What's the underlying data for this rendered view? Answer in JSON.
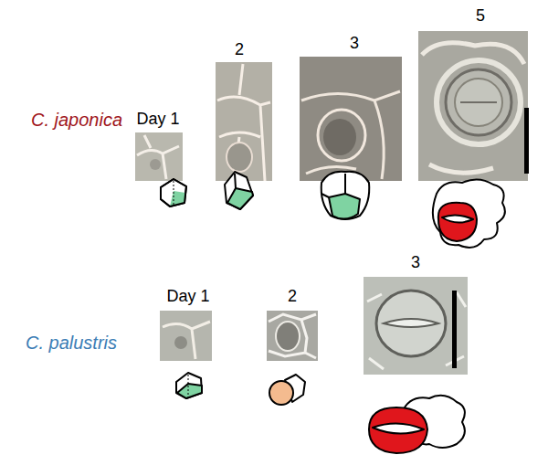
{
  "diagram": {
    "labels": [
      "Day 1",
      "2",
      "3",
      "5",
      "C. japonica",
      "C. palustris",
      "Day 1",
      "2",
      "3"
    ]
  }
}
